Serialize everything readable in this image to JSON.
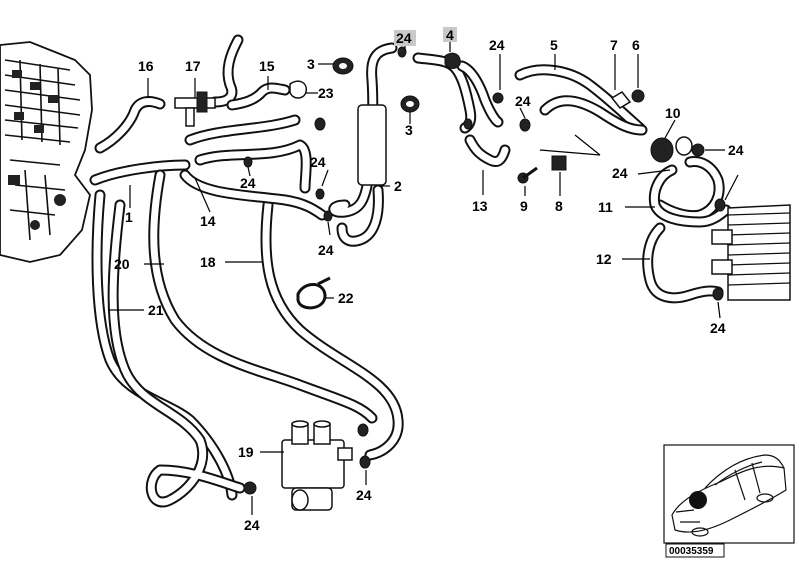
{
  "callouts": {
    "c1": "1",
    "c2": "2",
    "c3a": "3",
    "c3b": "3",
    "c4": "4",
    "c5": "5",
    "c6": "6",
    "c7": "7",
    "c8": "8",
    "c9": "9",
    "c10": "10",
    "c11": "11",
    "c12": "12",
    "c13": "13",
    "c14": "14",
    "c15": "15",
    "c16": "16",
    "c17": "17",
    "c18": "18",
    "c19": "19",
    "c20": "20",
    "c21": "21",
    "c22": "22",
    "c23": "23",
    "c24": "24"
  },
  "highlighted_callouts": [
    "24 (top)",
    "4"
  ],
  "diagram_code": "00035359",
  "colors": {
    "line": "#111111",
    "highlight": "#c9c9c9",
    "background": "#ffffff"
  }
}
